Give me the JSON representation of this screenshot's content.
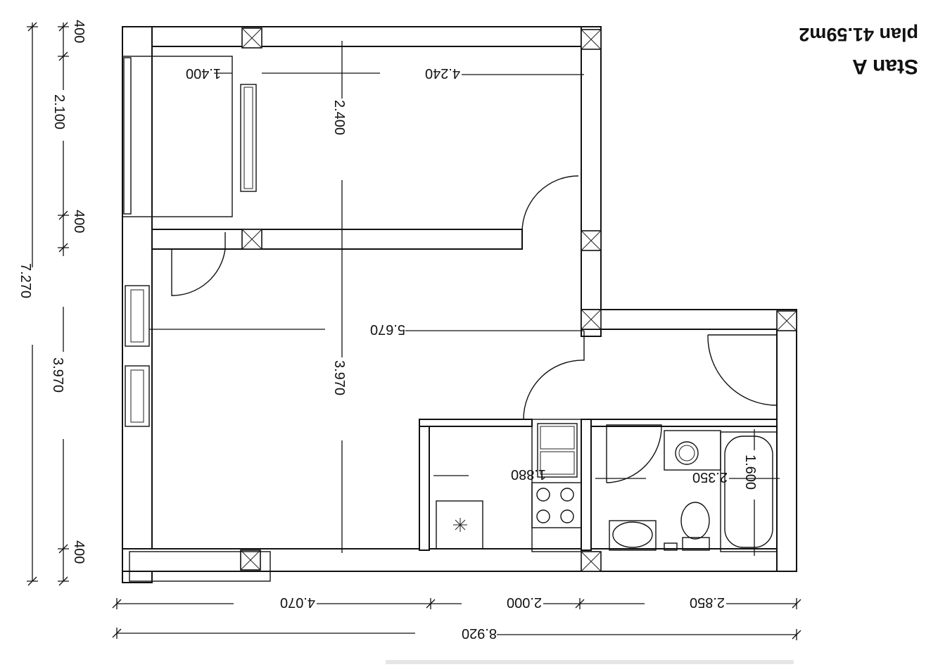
{
  "title": {
    "name": "Stan A",
    "subtitle": "plan 41.59m2"
  },
  "dimensions": {
    "total_width": "8.920",
    "living_room_width": "4.070",
    "kitchen_width": "2.000",
    "bathroom_width": "2.850",
    "bedroom_width": "4.240",
    "balcony_width": "1.400",
    "bedroom_depth": "2.400",
    "living_depth": "3.970",
    "living_room_length": "5.670",
    "kitchen_depth": "1.880",
    "bath_depth": "2.350",
    "bathtub_length": "1.600",
    "total_height": "7.270",
    "left_segment_1": "400",
    "left_segment_2": "2.100",
    "left_segment_3": "400",
    "left_segment_4": "3.970",
    "left_segment_5": "400"
  }
}
